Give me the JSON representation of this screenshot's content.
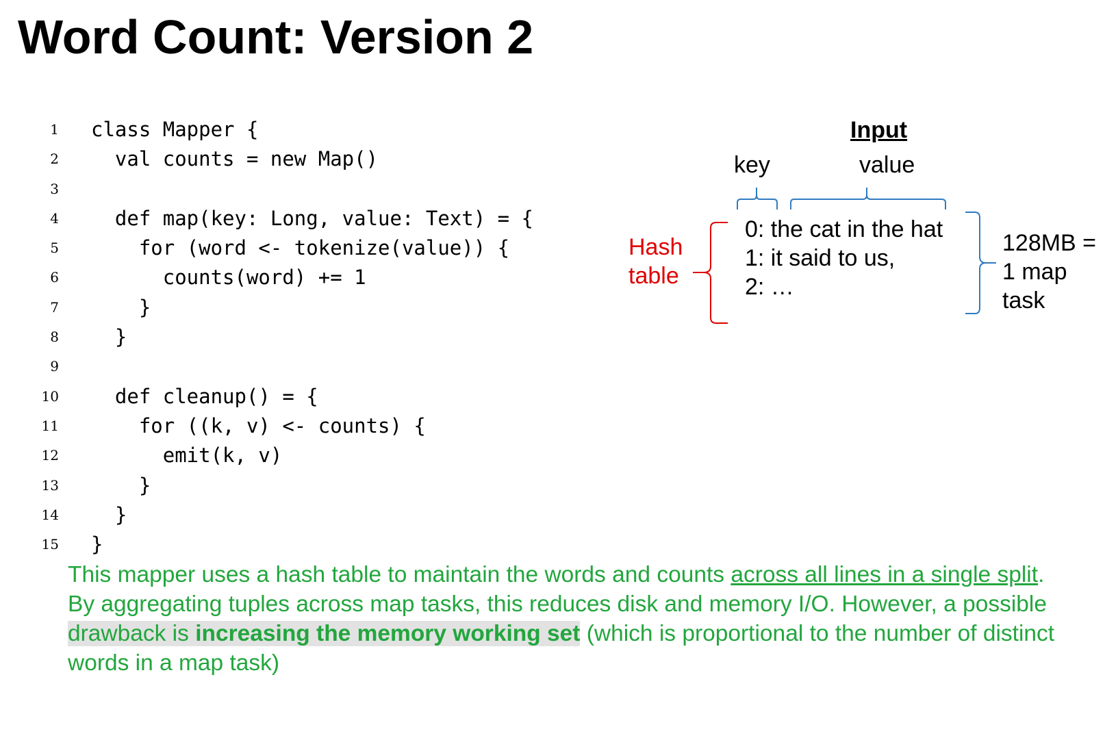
{
  "slide": {
    "title": "Word Count: Version 2"
  },
  "code": {
    "lines": [
      {
        "n": "1",
        "text": "class Mapper {"
      },
      {
        "n": "2",
        "text": "  val counts = new Map()"
      },
      {
        "n": "3",
        "text": ""
      },
      {
        "n": "4",
        "text": "  def map(key: Long, value: Text) = {"
      },
      {
        "n": "5",
        "text": "    for (word <- tokenize(value)) {"
      },
      {
        "n": "6",
        "text": "      counts(word) += 1"
      },
      {
        "n": "7",
        "text": "    }"
      },
      {
        "n": "8",
        "text": "  }"
      },
      {
        "n": "9",
        "text": ""
      },
      {
        "n": "10",
        "text": "  def cleanup() = {"
      },
      {
        "n": "11",
        "text": "    for ((k, v) <- counts) {"
      },
      {
        "n": "12",
        "text": "      emit(k, v)"
      },
      {
        "n": "13",
        "text": "    }"
      },
      {
        "n": "14",
        "text": "  }"
      },
      {
        "n": "15",
        "text": "}"
      }
    ]
  },
  "diagram": {
    "input_heading": "Input",
    "key_label": "key",
    "value_label": "value",
    "hash_table_label": [
      "Hash",
      "table"
    ],
    "input_lines": [
      "0: the cat in the hat",
      "1: it said to us,",
      "2: …"
    ],
    "split_label": [
      "128MB =",
      "1 map",
      "task"
    ],
    "colors": {
      "hash": "#e00000",
      "brace_blue": "#2f7bbf",
      "note_green": "#22a63d"
    }
  },
  "note": {
    "p1_text": "This mapper uses a hash table to maintain the words and counts ",
    "p1_underlined": "across all lines in a single split",
    "p1_end": ".",
    "p2_text": "By aggregating tuples across map tasks, this reduces disk and memory I/O. However, a possible ",
    "p2_highlight": "drawback is ",
    "p2_bold": "increasing the memory working set",
    "p2_end": " (which is proportional to the number of distinct words in a map task)"
  }
}
